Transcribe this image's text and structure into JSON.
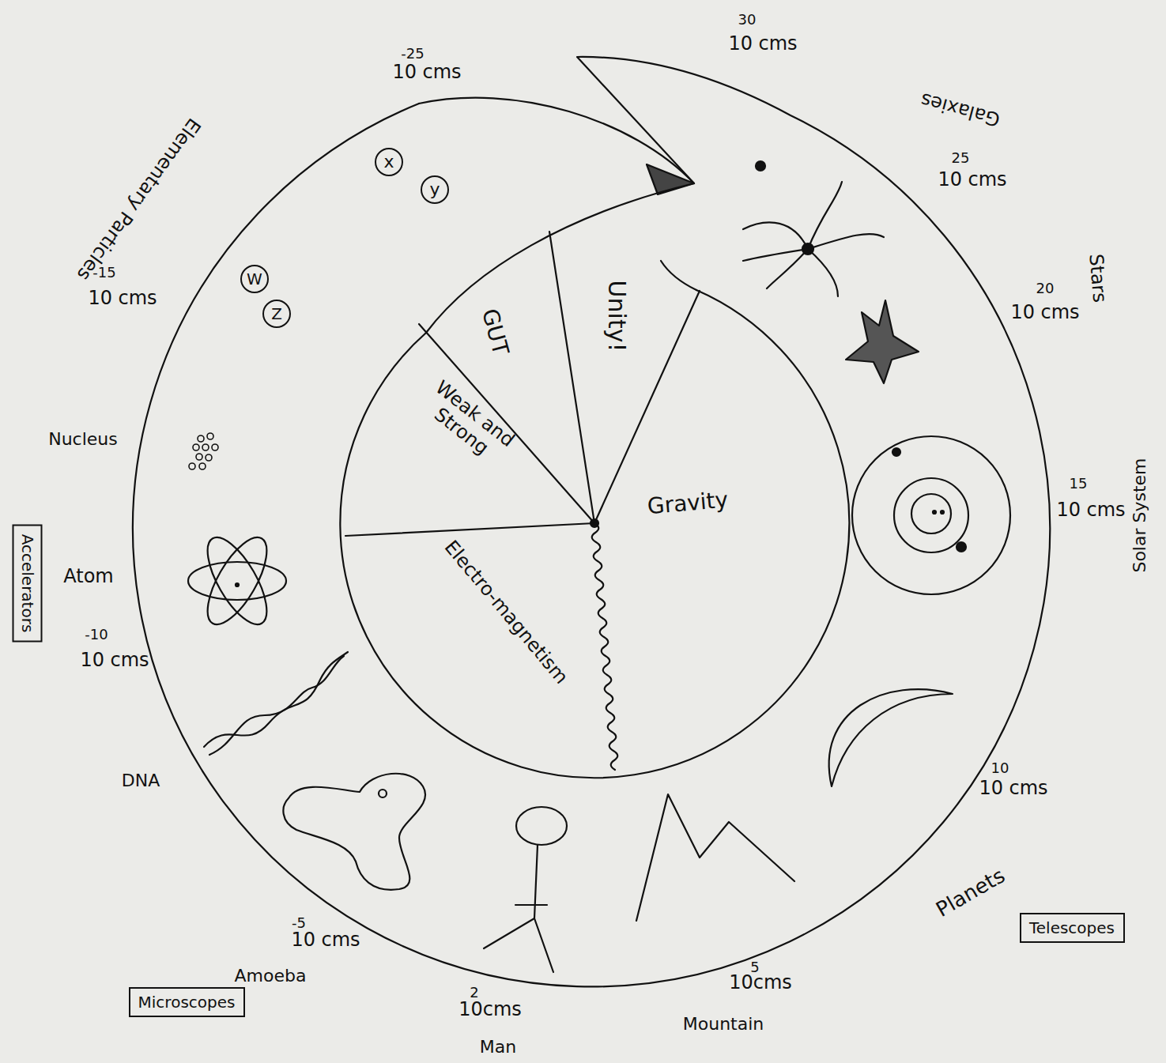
{
  "diagram": {
    "nodes": [
      {
        "text": [
          "x"
        ]
      },
      {
        "text": [
          "y"
        ]
      },
      {
        "text": [
          "W"
        ]
      },
      {
        "text": [
          "Z"
        ]
      },
      {
        "text": [
          "Accelerators"
        ]
      },
      {
        "text": [
          "Microscopes"
        ]
      },
      {
        "text": [
          "Telescopes"
        ]
      }
    ],
    "labels": [
      "-25",
      "10 cms",
      "30",
      "10 cms",
      "Elementary Particles",
      "Galaxies",
      "25",
      "10 cms",
      "-15",
      "10 cms",
      "20",
      "10 cms",
      "Stars",
      "Nucleus",
      "15",
      "10 cms",
      "Solar System",
      "Atom",
      "-10",
      "10 cms",
      "DNA",
      "10",
      "10 cms",
      "Planets",
      "-5",
      "10 cms",
      "Amoeba",
      "5",
      "10cms",
      "2",
      "10cms",
      "Mountain",
      "Man",
      "Electro-magnetism",
      "Weak and Strong",
      "GUT",
      "Unity!",
      "Gravity"
    ]
  }
}
